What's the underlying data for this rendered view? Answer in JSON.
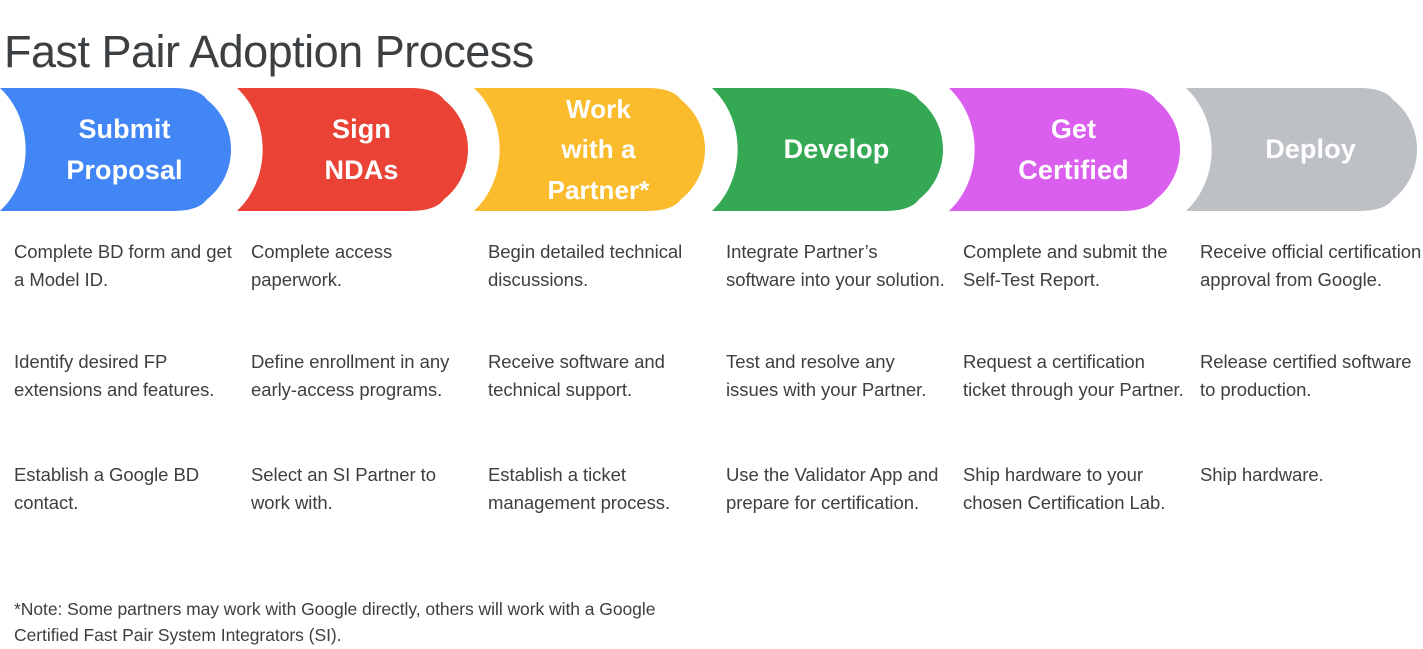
{
  "page": {
    "title": "Fast Pair Adoption Process",
    "background_color": "#ffffff",
    "text_color": "#3c4043"
  },
  "banner": {
    "stages": [
      {
        "id": "submit-proposal",
        "label": "Submit\nProposal",
        "color": "#4285F4",
        "label_color": "#ffffff"
      },
      {
        "id": "sign-ndas",
        "label": "Sign\nNDAs",
        "color": "#EA4335",
        "label_color": "#ffffff"
      },
      {
        "id": "work-partner",
        "label": "Work\nwith a\nPartner*",
        "color": "#FABB2D",
        "label_color": "#ffffff"
      },
      {
        "id": "develop",
        "label": "Develop",
        "color": "#34A853",
        "label_color": "#ffffff"
      },
      {
        "id": "get-certified",
        "label": "Get\nCertified",
        "color": "#DB5FEE",
        "label_color": "#ffffff"
      },
      {
        "id": "deploy",
        "label": "Deploy",
        "color": "#BDC1C6",
        "label_color": "#ffffff"
      }
    ]
  },
  "columns": [
    {
      "stage": "Submit Proposal",
      "items": [
        "Complete BD form and get a Model ID.",
        "Identify desired FP extensions and features.",
        "Establish a Google BD contact."
      ]
    },
    {
      "stage": "Sign NDAs",
      "items": [
        "Complete access paperwork.",
        "Define enrollment in any early-access programs.",
        "Select an SI Partner to work with."
      ]
    },
    {
      "stage": "Work with a Partner*",
      "items": [
        "Begin detailed technical discussions.",
        "Receive software and technical support.",
        "Establish a ticket management process."
      ]
    },
    {
      "stage": "Develop",
      "items": [
        "Integrate Partner’s software into your solution.",
        "Test and resolve any issues with your Partner.",
        "Use the Validator App and prepare for certification."
      ]
    },
    {
      "stage": "Get Certified",
      "items": [
        "Complete and submit the Self-Test Report.",
        "Request a certification ticket through your Partner.",
        "Ship hardware to your chosen Certification Lab."
      ]
    },
    {
      "stage": "Deploy",
      "items": [
        "Receive official certification approval from Google.",
        "Release certified software to production.",
        "Ship hardware."
      ]
    }
  ],
  "footnote": {
    "text": "*Note: Some partners may work with Google directly, others will work with a Google Certified Fast Pair System Integrators (SI)."
  }
}
